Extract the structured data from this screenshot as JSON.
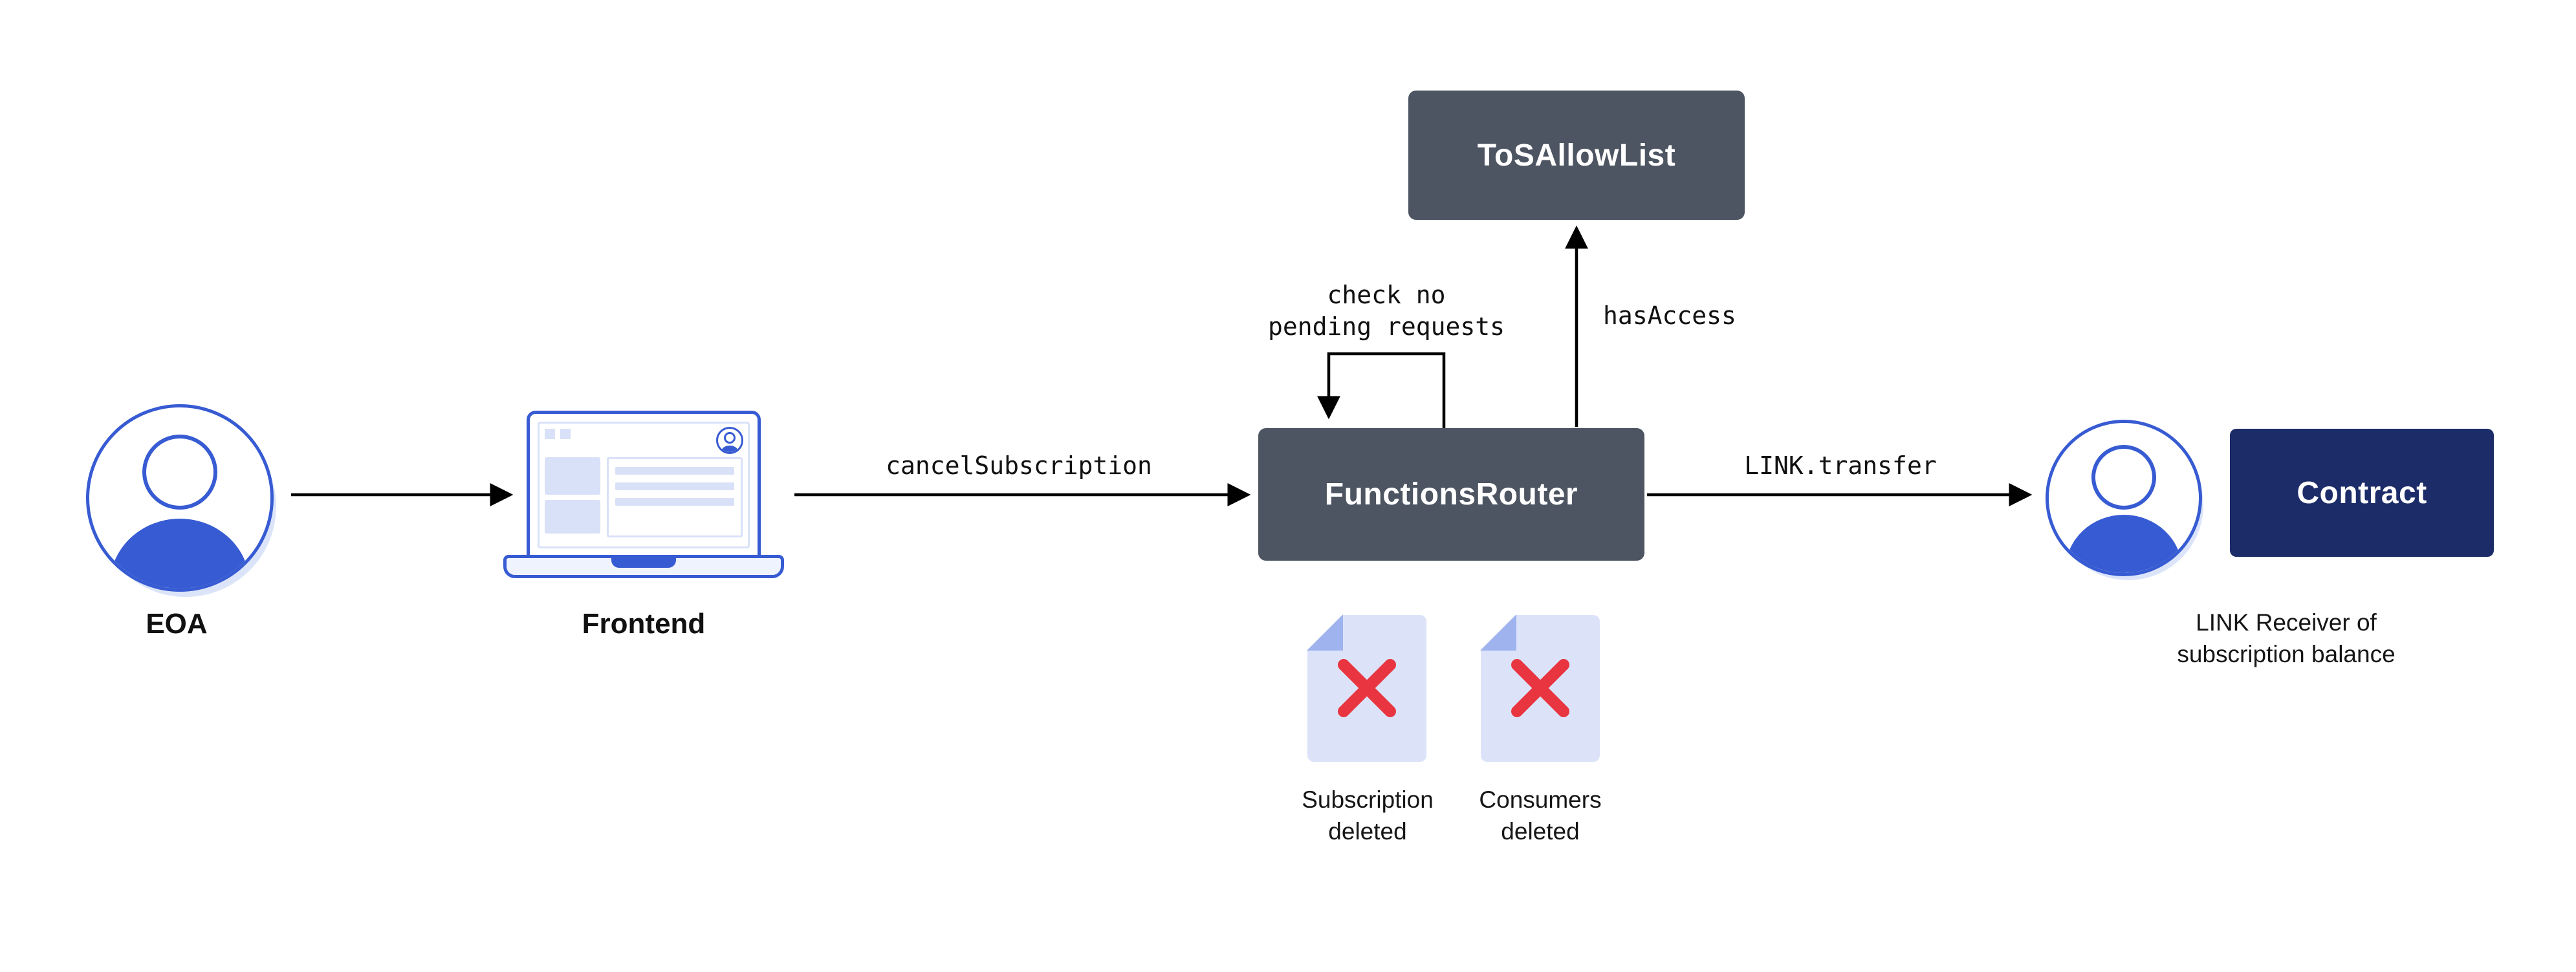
{
  "diagram": {
    "nodes": {
      "eoa": {
        "label": "EOA",
        "icon": "person-avatar-icon"
      },
      "frontend": {
        "label": "Frontend",
        "icon": "laptop-icon"
      },
      "functions_router": {
        "label": "FunctionsRouter",
        "color": "#4e5562"
      },
      "tos_allow_list": {
        "label": "ToSAllowList",
        "color": "#4e5562"
      },
      "contract": {
        "label": "Contract",
        "color": "#1c2c68"
      },
      "link_receiver": {
        "icon": "person-avatar-icon",
        "label_line1": "LINK Receiver of",
        "label_line2": "subscription balance"
      }
    },
    "edges": {
      "frontend_to_router": {
        "label": "cancelSubscription"
      },
      "router_self_loop": {
        "label_line1": "check no",
        "label_line2": "pending requests"
      },
      "router_to_tos_allow_list": {
        "label": "hasAccess"
      },
      "router_to_receiver": {
        "label": "LINK.transfer"
      }
    },
    "artifacts": {
      "subscription_deleted": {
        "icon": "document-deleted-icon",
        "label_line1": "Subscription",
        "label_line2": "deleted"
      },
      "consumers_deleted": {
        "icon": "document-deleted-icon",
        "label_line1": "Consumers",
        "label_line2": "deleted"
      }
    },
    "colors": {
      "accent_blue": "#375bd2",
      "box_slate": "#4e5562",
      "box_navy": "#1c2c68",
      "avatar_shadow": "#dbe4f9",
      "doc_fill": "#dce3f9",
      "doc_fold": "#9fb3ef",
      "delete_red": "#e8353f",
      "arrow": "#000000",
      "background": "#ffffff"
    }
  }
}
